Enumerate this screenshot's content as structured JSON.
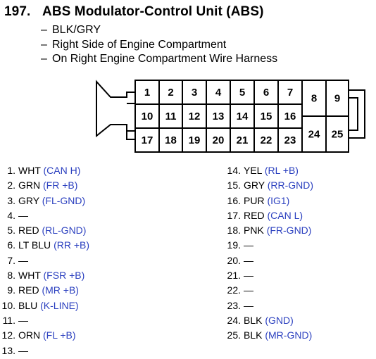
{
  "header": {
    "number": "197.",
    "title": "ABS Modulator-Control Unit (ABS)",
    "notes": [
      "BLK/GRY",
      "Right Side of Engine Compartment",
      "On Right Engine Compartment Wire Harness"
    ]
  },
  "connector": {
    "cells": [
      "1",
      "2",
      "3",
      "4",
      "5",
      "6",
      "7",
      "8",
      "9",
      "10",
      "11",
      "12",
      "13",
      "14",
      "15",
      "16",
      "17",
      "18",
      "19",
      "20",
      "21",
      "22",
      "23",
      "24",
      "25"
    ]
  },
  "pins_left": [
    {
      "num": "1.",
      "color": "WHT",
      "signal": "(CAN H)"
    },
    {
      "num": "2.",
      "color": "GRN",
      "signal": "(FR +B)"
    },
    {
      "num": "3.",
      "color": "GRY",
      "signal": "(FL-GND)"
    },
    {
      "num": "4.",
      "color": "—",
      "signal": ""
    },
    {
      "num": "5.",
      "color": "RED",
      "signal": "(RL-GND)"
    },
    {
      "num": "6.",
      "color": "LT BLU",
      "signal": "(RR +B)"
    },
    {
      "num": "7.",
      "color": "—",
      "signal": ""
    },
    {
      "num": "8.",
      "color": "WHT",
      "signal": "(FSR +B)"
    },
    {
      "num": "9.",
      "color": "RED",
      "signal": "(MR +B)"
    },
    {
      "num": "10.",
      "color": "BLU",
      "signal": "(K-LINE)"
    },
    {
      "num": "11.",
      "color": "—",
      "signal": ""
    },
    {
      "num": "12.",
      "color": "ORN",
      "signal": "(FL +B)"
    },
    {
      "num": "13.",
      "color": "—",
      "signal": ""
    }
  ],
  "pins_right": [
    {
      "num": "14.",
      "color": "YEL",
      "signal": "(RL +B)"
    },
    {
      "num": "15.",
      "color": "GRY",
      "signal": "(RR-GND)"
    },
    {
      "num": "16.",
      "color": "PUR",
      "signal": "(IG1)"
    },
    {
      "num": "17.",
      "color": "RED",
      "signal": "(CAN L)"
    },
    {
      "num": "18.",
      "color": "PNK",
      "signal": "(FR-GND)"
    },
    {
      "num": "19.",
      "color": "—",
      "signal": ""
    },
    {
      "num": "20.",
      "color": "—",
      "signal": ""
    },
    {
      "num": "21.",
      "color": "—",
      "signal": ""
    },
    {
      "num": "22.",
      "color": "—",
      "signal": ""
    },
    {
      "num": "23.",
      "color": "—",
      "signal": ""
    },
    {
      "num": "24.",
      "color": "BLK",
      "signal": "(GND)"
    },
    {
      "num": "25.",
      "color": "BLK",
      "signal": "(MR-GND)"
    }
  ],
  "signal_color": "#2a3fbf"
}
